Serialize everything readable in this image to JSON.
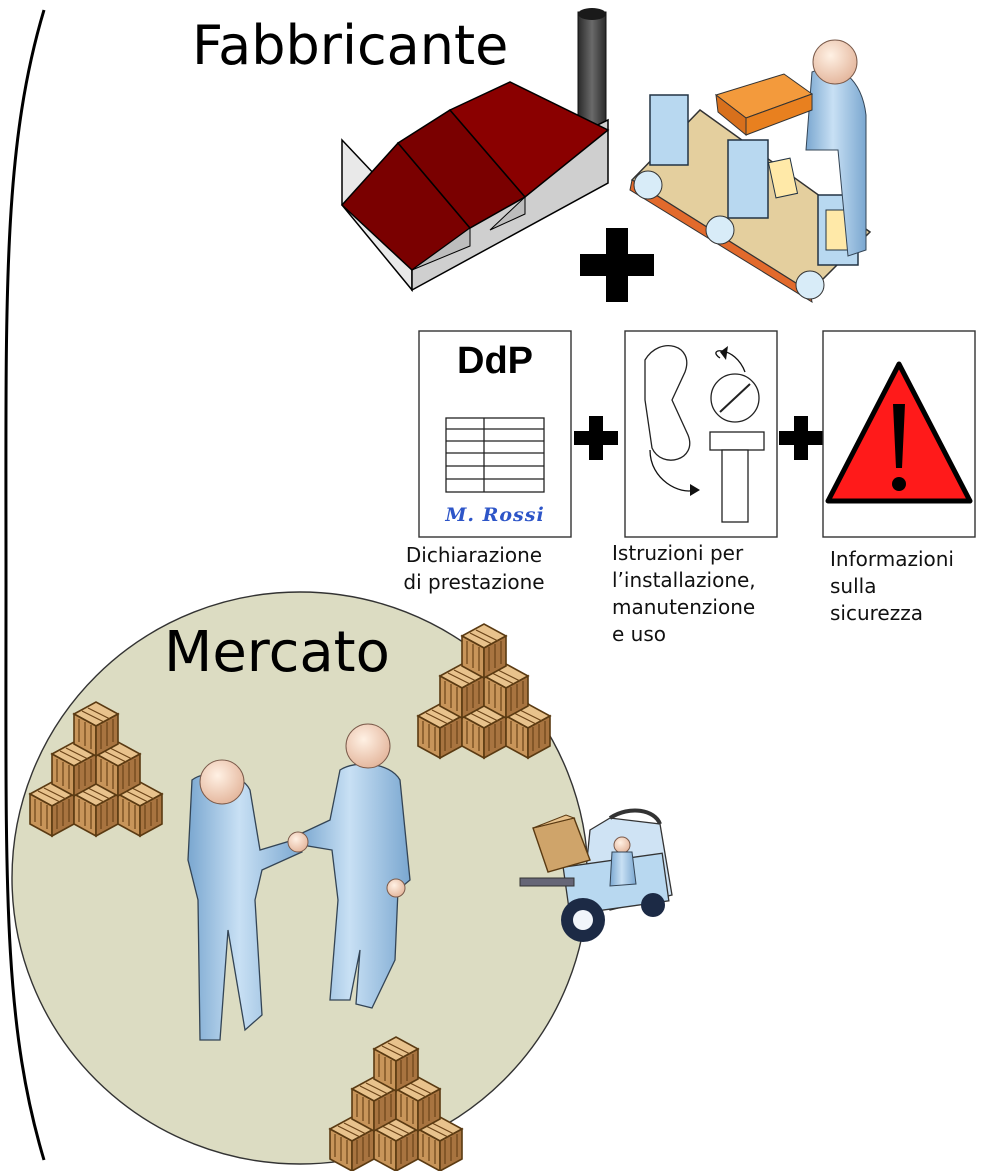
{
  "diagram": {
    "manufacturer": {
      "title": "Fabbricante"
    },
    "documents": [
      {
        "id": "ddp",
        "header": "DdP",
        "signature": "M. Rossi",
        "caption": "Dichiarazione\ndi prestazione",
        "icon": "declaration-document-icon"
      },
      {
        "id": "instructions",
        "caption": "Istruzioni per\nl’installazione,\nmanutenzione\ne uso",
        "icon": "bolt-nut-instructions-icon"
      },
      {
        "id": "safety",
        "caption": "Informazioni\nsulla\nsicurezza",
        "icon": "warning-triangle-icon"
      }
    ],
    "market": {
      "title": "Mercato"
    },
    "colors": {
      "roof": "#7a0000",
      "market_circle": "#dcdcc2",
      "person": "#b8d4ec",
      "box": "#cfa46a",
      "warning_red": "#ff1a1a",
      "conveyor_orange": "#e26a2c",
      "signature_blue": "#2d55c8"
    }
  }
}
